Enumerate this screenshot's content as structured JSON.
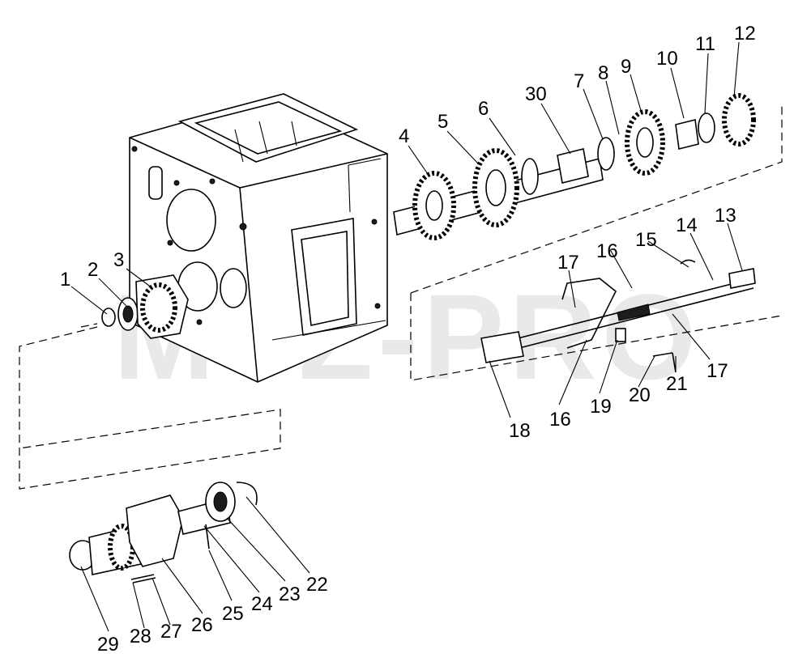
{
  "watermark": "MTZ-PRO",
  "callouts": [
    {
      "id": "c1",
      "label": "1"
    },
    {
      "id": "c2",
      "label": "2"
    },
    {
      "id": "c3",
      "label": "3"
    },
    {
      "id": "c4",
      "label": "4"
    },
    {
      "id": "c5",
      "label": "5"
    },
    {
      "id": "c6",
      "label": "6"
    },
    {
      "id": "c7",
      "label": "7"
    },
    {
      "id": "c8",
      "label": "8"
    },
    {
      "id": "c9",
      "label": "9"
    },
    {
      "id": "c10",
      "label": "10"
    },
    {
      "id": "c11",
      "label": "11"
    },
    {
      "id": "c12",
      "label": "12"
    },
    {
      "id": "c13",
      "label": "13"
    },
    {
      "id": "c14",
      "label": "14"
    },
    {
      "id": "c15",
      "label": "15"
    },
    {
      "id": "c16a",
      "label": "16"
    },
    {
      "id": "c16b",
      "label": "16"
    },
    {
      "id": "c17a",
      "label": "17"
    },
    {
      "id": "c17b",
      "label": "17"
    },
    {
      "id": "c18",
      "label": "18"
    },
    {
      "id": "c19",
      "label": "19"
    },
    {
      "id": "c20",
      "label": "20"
    },
    {
      "id": "c21",
      "label": "21"
    },
    {
      "id": "c22",
      "label": "22"
    },
    {
      "id": "c23",
      "label": "23"
    },
    {
      "id": "c24",
      "label": "24"
    },
    {
      "id": "c25",
      "label": "25"
    },
    {
      "id": "c26",
      "label": "26"
    },
    {
      "id": "c27",
      "label": "27"
    },
    {
      "id": "c28",
      "label": "28"
    },
    {
      "id": "c29",
      "label": "29"
    },
    {
      "id": "c30",
      "label": "30"
    }
  ]
}
